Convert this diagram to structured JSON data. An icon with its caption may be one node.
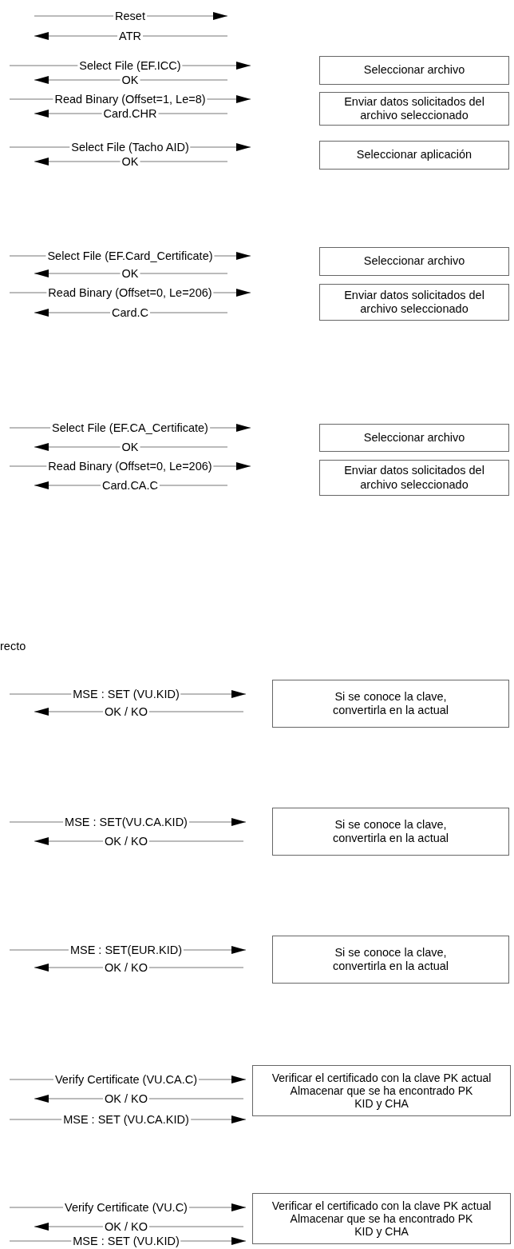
{
  "diagram": {
    "nodes": [
      {
        "text": [
          "Seleccionar archivo"
        ]
      },
      {
        "text": [
          "Enviar datos solicitados del archivo seleccionado"
        ]
      },
      {
        "text": [
          "Seleccionar aplicación"
        ]
      },
      {
        "text": [
          "Seleccionar archivo"
        ]
      },
      {
        "text": [
          "Enviar datos solicitados del archivo seleccionado"
        ]
      },
      {
        "text": [
          "Seleccionar archivo"
        ]
      },
      {
        "text": [
          "Enviar datos solicitados del archivo seleccionado"
        ]
      },
      {
        "text": [
          "Si se conoce la clave, convertirla en la actual"
        ]
      },
      {
        "text": [
          "Si se conoce la clave, convertirla en la actual"
        ]
      },
      {
        "text": [
          "Si se conoce la clave, convertirla en la actual"
        ]
      },
      {
        "text": [
          "Verificar el certificado con la clave PK actual",
          "Almacenar que se ha encontrado PK KID y CHA"
        ]
      },
      {
        "text": [
          "Verificar el certificado con la clave PK actual",
          "Almacenar que se ha encontrado PK KID y CHA"
        ]
      }
    ],
    "labels": [
      "Reset",
      "ATR",
      "Select File (EF.ICC)",
      "OK",
      "Read Binary (Offset=1, Le=8)",
      "Card.CHR",
      "Select File (Tacho AID)",
      "OK",
      "Select File (EF.Card_Certificate)",
      "OK",
      "Read Binary (Offset=0, Le=206)",
      "Card.C",
      "Select File (EF.CA_Certificate)",
      "OK",
      "Read Binary (Offset=0, Le=206)",
      "Card.CA.C",
      "recto",
      "MSE : SET (VU.KID)",
      "OK / KO",
      "MSE : SET(VU.CA.KID)",
      "OK / KO",
      "MSE : SET(EUR.KID)",
      "OK / KO",
      "Verify Certificate (VU.CA.C)",
      "OK / KO",
      "MSE : SET (VU.CA.KID)",
      "Verify Certificate (VU.C)",
      "OK / KO",
      "MSE : SET (VU.KID)"
    ]
  }
}
